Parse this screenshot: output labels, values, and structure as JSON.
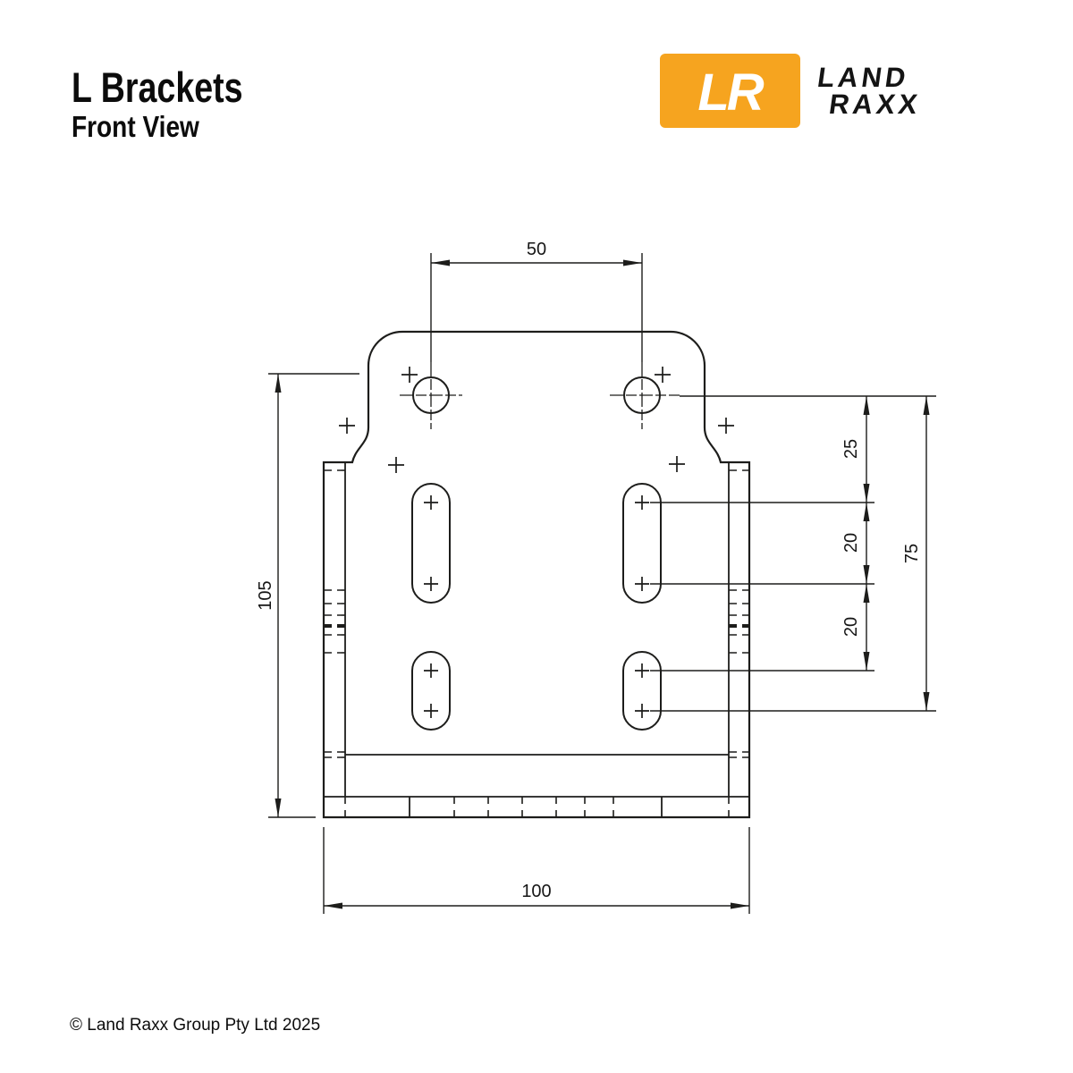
{
  "header": {
    "title": "L Brackets",
    "subtitle": "Front View"
  },
  "logo": {
    "monogram": "LR",
    "brand_line1": "LAND",
    "brand_line2": "RAXX",
    "orange": "#F6A41F",
    "text_color": "#141414"
  },
  "drawing": {
    "line_color": "#1d1d1b",
    "dims": {
      "top_width": "50",
      "left_height": "105",
      "right_seg1": "25",
      "right_seg2": "20",
      "right_seg3": "20",
      "right_total": "75",
      "bottom_width": "100"
    }
  },
  "footer": {
    "copyright": "© Land Raxx Group Pty Ltd 2025"
  }
}
